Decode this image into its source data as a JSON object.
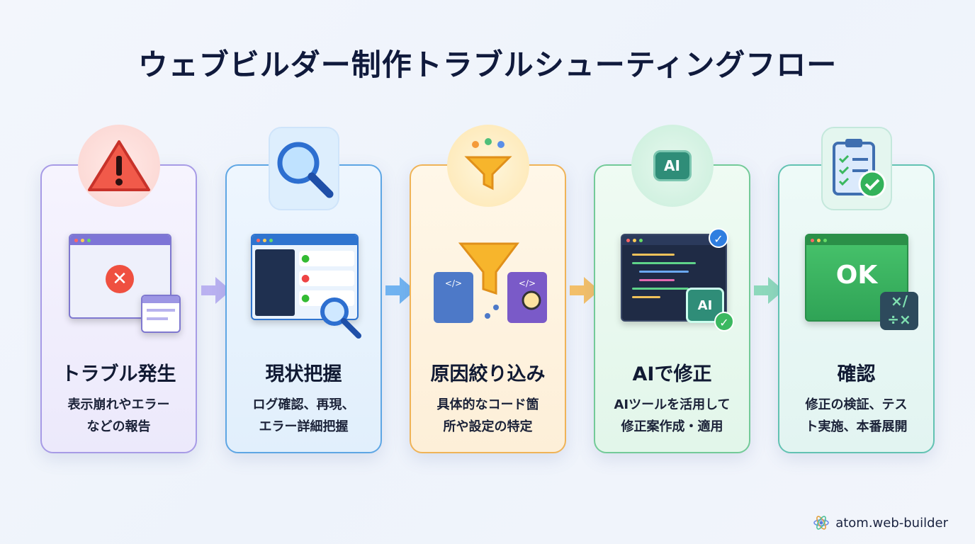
{
  "title": "ウェブビルダー制作トラブルシューティングフロー",
  "steps": [
    {
      "heading": "トラブル発生",
      "desc_lines": [
        "表示崩れやエラー",
        "などの報告"
      ],
      "color": "#9b8fe2"
    },
    {
      "heading": "現状把握",
      "desc_lines": [
        "ログ確認、再現、",
        "エラー詳細把握"
      ],
      "color": "#5aa2e2"
    },
    {
      "heading": "原因絞り込み",
      "desc_lines": [
        "具体的なコード箇",
        "所や設定の特定"
      ],
      "color": "#efb357"
    },
    {
      "heading": "AIで修正",
      "desc_lines": [
        "AIツールを活用して",
        "修正案作成・適用"
      ],
      "color": "#6ec893"
    },
    {
      "heading": "確認",
      "desc_lines": [
        "修正の検証、テス",
        "ト実施、本番展開"
      ],
      "color": "#5ec0b0"
    }
  ],
  "icons": {
    "ai_label": "AI",
    "ok_label": "OK"
  },
  "footer": {
    "brand": "atom.web-builder"
  }
}
